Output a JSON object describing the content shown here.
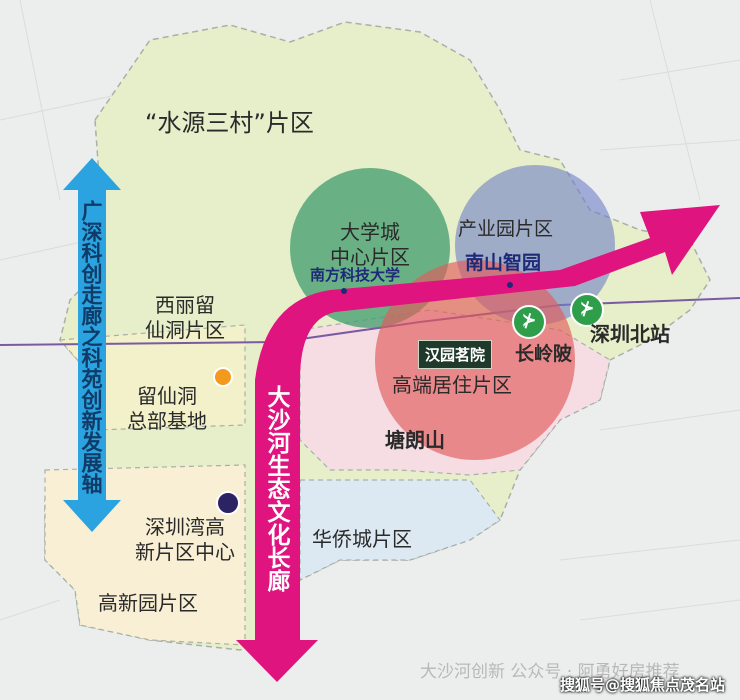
{
  "map": {
    "areas": {
      "shuiyuan": "“水源三村”片区",
      "xili_line1": "西丽留",
      "xili_line2": "仙洞片区",
      "liuxiandong_line1": "留仙洞",
      "liuxiandong_line2": "总部基地",
      "shenzhenwan_line1": "深圳湾高",
      "shenzhenwan_line2": "新片区中心",
      "gaoxinyuan": "高新园片区",
      "huaqiaocheng": "华侨城片区",
      "tanglangshan": "塘朗山"
    },
    "circles": {
      "university_line1": "大学城",
      "university_line2": "中心片区",
      "sustech": "南方科技大学",
      "industry": "产业园片区",
      "nanshan_zhiyuan": "南山智园",
      "residential": "高端居住片区"
    },
    "places": {
      "hanyuan": "汉园茗院",
      "changlingbei": "长岭陂",
      "shenzhen_north": "深圳北站",
      "metro_symbol": "⊁"
    },
    "corridors": {
      "vertical_axis": "广深科创走廊之科苑创新发展轴",
      "dasha_river": "大沙河生态文化长廊"
    },
    "watermark": {
      "wechat": "大沙河创新  公众号 · 阿勇好房推荐",
      "sohu": "搜狐号@搜狐焦点茂名站"
    }
  },
  "colors": {
    "corridor_blue": "#2aa3e0",
    "dasha_magenta": "#e0147f",
    "university_circle": "#3f9c6c",
    "industry_circle": "#6f7fc8",
    "residential_circle": "#e25a5a",
    "metro_green": "#2f9e4a",
    "zone_green": "#e6efc9"
  }
}
